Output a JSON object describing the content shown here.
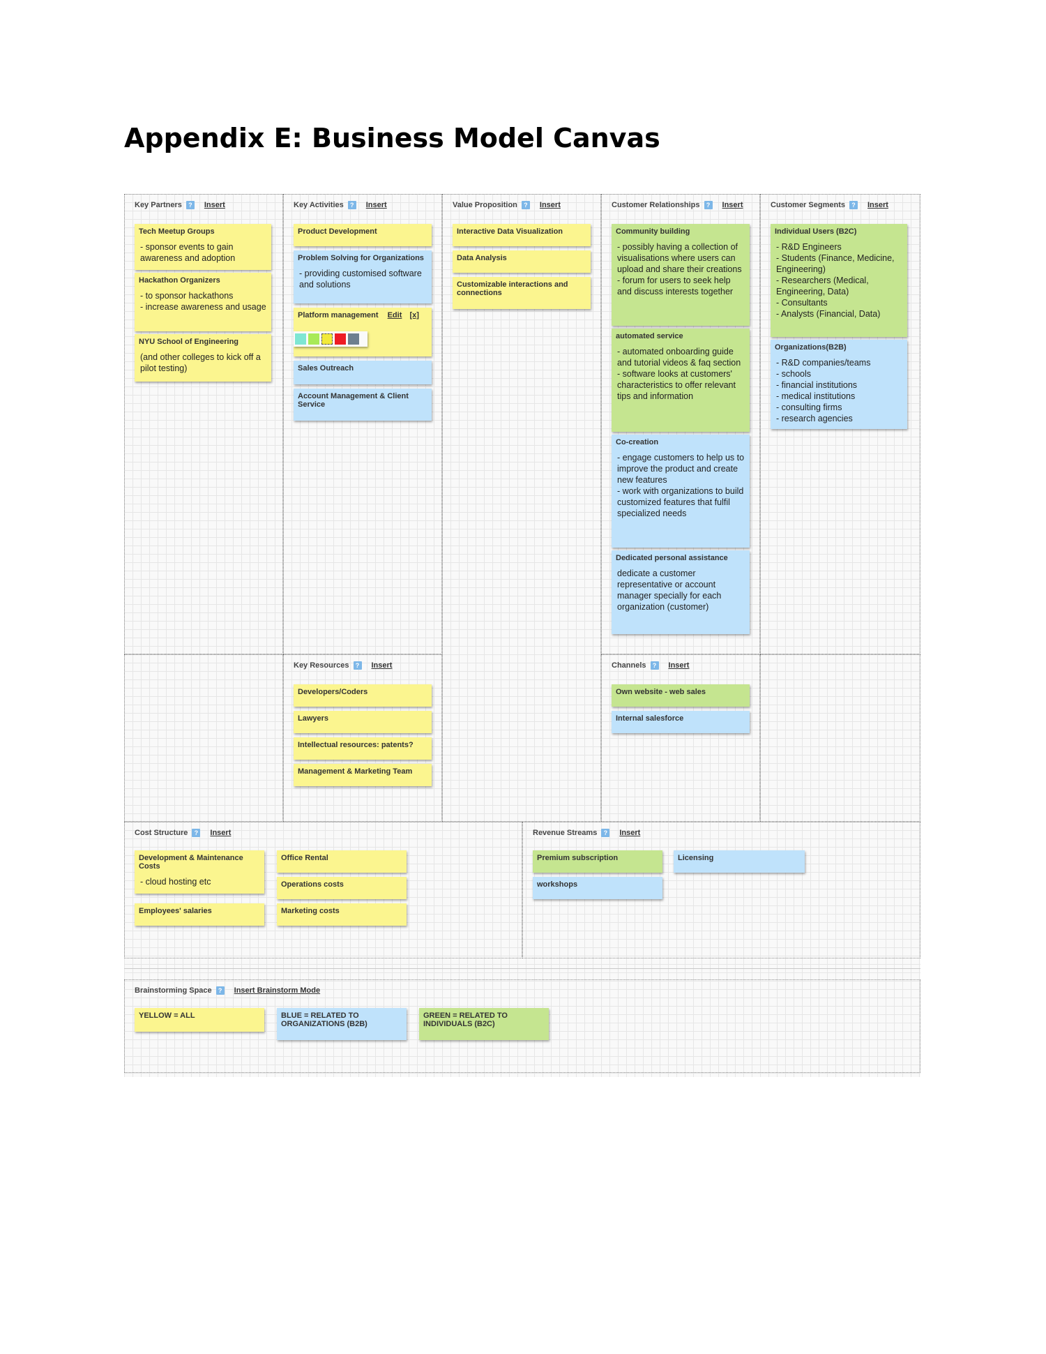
{
  "page": {
    "title": "Appendix E: Business Model Canvas"
  },
  "common": {
    "help": "?",
    "insert": "Insert"
  },
  "blocks": {
    "key_partners": {
      "header": "Key Partners",
      "notes": [
        {
          "title": "Tech Meetup Groups",
          "body": "- sponsor events to gain awareness and adoption",
          "color": "yellow"
        },
        {
          "title": "Hackathon Organizers",
          "body": "- to sponsor hackathons\n- increase awareness and usage",
          "color": "yellow"
        },
        {
          "title": "NYU School of Engineering",
          "body": "(and other colleges to kick off a pilot testing)",
          "color": "yellow"
        }
      ]
    },
    "key_activities": {
      "header": "Key Activities",
      "notes": [
        {
          "title": "Product Development",
          "body": "",
          "color": "yellow"
        },
        {
          "title": "Problem Solving for Organizations",
          "body": "- providing customised software and solutions",
          "color": "blue"
        },
        {
          "title": "Platform management",
          "body": "",
          "color": "yellow",
          "edit": "Edit",
          "close": "[x]"
        },
        {
          "title": "Sales Outreach",
          "body": "",
          "color": "blue"
        },
        {
          "title": "Account Management & Client Service",
          "body": "",
          "color": "blue"
        }
      ]
    },
    "value_proposition": {
      "header": "Value Proposition",
      "notes": [
        {
          "title": "Interactive Data Visualization",
          "body": "",
          "color": "yellow"
        },
        {
          "title": "Data Analysis",
          "body": "",
          "color": "yellow"
        },
        {
          "title": "Customizable interactions and connections",
          "body": "",
          "color": "yellow"
        }
      ]
    },
    "customer_relationships": {
      "header": "Customer Relationships",
      "notes": [
        {
          "title": "Community building",
          "body": "- possibly having a collection of visualisations where users can upload and share their creations\n- forum for users to seek help and discuss interests together",
          "color": "green"
        },
        {
          "title": "automated service",
          "body": "- automated onboarding guide and tutorial videos & faq section\n- software looks at customers' characteristics to offer relevant tips and information",
          "color": "green"
        },
        {
          "title": "Co-creation",
          "body": "- engage customers to help us to improve the product and create new features\n- work with organizations to build customized features that fulfil specialized needs",
          "color": "blue"
        },
        {
          "title": "Dedicated personal assistance",
          "body": "dedicate a customer representative or account manager specially for each organization (customer)",
          "color": "blue"
        }
      ]
    },
    "customer_segments": {
      "header": "Customer Segments",
      "notes": [
        {
          "title": "Individual Users (B2C)",
          "body": "- R&D Engineers\n- Students (Finance, Medicine, Engineering)\n- Researchers (Medical, Engineering, Data)\n- Consultants\n- Analysts (Financial, Data)",
          "color": "green"
        },
        {
          "title": "Organizations(B2B)",
          "body": "- R&D companies/teams\n- schools\n- financial institutions\n- medical institutions\n- consulting firms\n- research agencies",
          "color": "blue"
        }
      ]
    },
    "key_resources": {
      "header": "Key Resources",
      "notes": [
        {
          "title": "Developers/Coders",
          "color": "yellow"
        },
        {
          "title": "Lawyers",
          "color": "yellow"
        },
        {
          "title": "Intellectual resources: patents?",
          "color": "yellow"
        },
        {
          "title": "Management & Marketing Team",
          "color": "yellow"
        }
      ]
    },
    "channels": {
      "header": "Channels",
      "notes": [
        {
          "title": "Own website - web sales",
          "color": "green"
        },
        {
          "title": "Internal salesforce",
          "color": "blue"
        }
      ]
    },
    "cost_structure": {
      "header": "Cost Structure",
      "notes": [
        {
          "title": "Development & Maintenance Costs",
          "body": "- cloud hosting etc",
          "color": "yellow"
        },
        {
          "title": "Office Rental",
          "body": "",
          "color": "yellow"
        },
        {
          "title": "Operations costs",
          "body": "",
          "color": "yellow"
        },
        {
          "title": "Employees' salaries",
          "body": "",
          "color": "yellow"
        },
        {
          "title": "Marketing costs",
          "body": "",
          "color": "yellow"
        }
      ]
    },
    "revenue_streams": {
      "header": "Revenue Streams",
      "notes": [
        {
          "title": "Premium subscription",
          "color": "green"
        },
        {
          "title": "Licensing",
          "color": "blue"
        },
        {
          "title": "workshops",
          "color": "blue"
        }
      ]
    },
    "brainstorming": {
      "header": "Brainstorming Space",
      "mode_link": "Insert Brainstorm Mode",
      "notes": [
        {
          "title": "YELLOW = ALL",
          "color": "yellow"
        },
        {
          "title": "BLUE = RELATED TO ORGANIZATIONS (B2B)",
          "color": "blue"
        },
        {
          "title": "GREEN = RELATED TO INDIVIDUALS (B2C)",
          "color": "green"
        }
      ]
    }
  },
  "swatch_colors": [
    "#7fe6d3",
    "#a8ea58",
    "#f2ea3a",
    "#ee1c24",
    "#6d7f8f"
  ],
  "note_colors": {
    "yellow": "#fbf58f",
    "blue": "#bfe2fb",
    "green": "#c5e590"
  }
}
